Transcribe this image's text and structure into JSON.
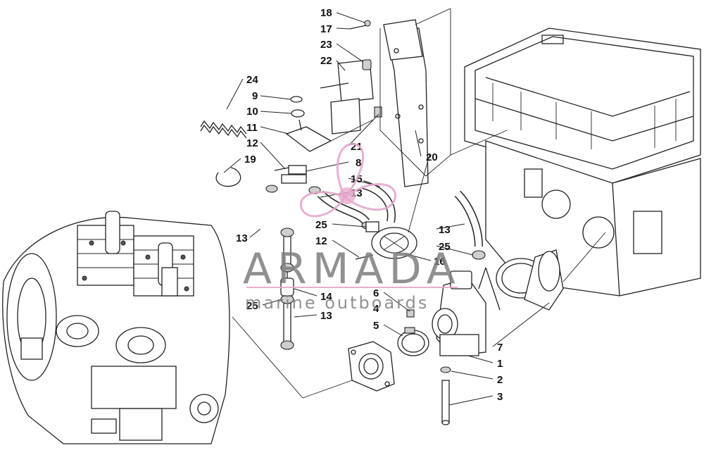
{
  "watermark": {
    "brand": "ARMADA",
    "tagline": "marine outboards"
  },
  "colors": {
    "line": "#222222",
    "watermark_text": "#7e7e7e",
    "watermark_logo": "#e6a7cc",
    "background": "#ffffff"
  },
  "callouts": {
    "c1": "1",
    "c2": "2",
    "c3": "3",
    "c4": "4",
    "c5": "5",
    "c6": "6",
    "c7": "7",
    "c8": "8",
    "c9": "9",
    "c10": "10",
    "c11": "11",
    "c12a": "12",
    "c12b": "12",
    "c13a": "13",
    "c13b": "13",
    "c13c": "13",
    "c13d": "13",
    "c14": "14",
    "c15": "15",
    "c16": "16",
    "c17": "17",
    "c18": "18",
    "c19": "19",
    "c20": "20",
    "c21": "21",
    "c22": "22",
    "c23": "23",
    "c24": "24",
    "c25a": "25",
    "c25b": "25",
    "c25c": "25"
  }
}
